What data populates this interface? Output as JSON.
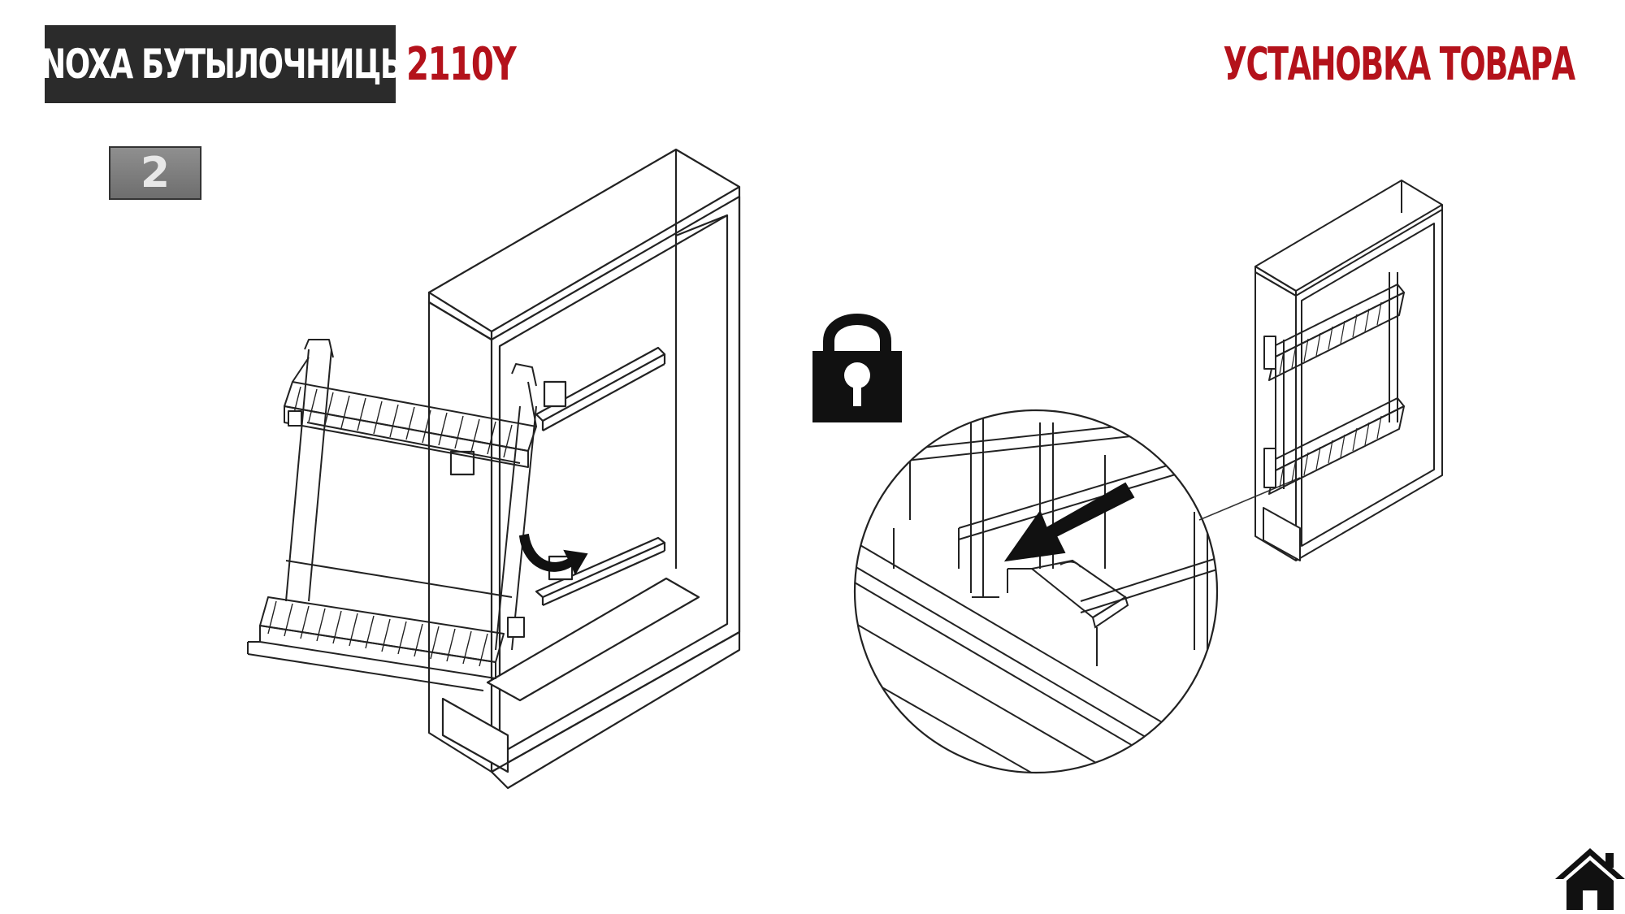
{
  "header": {
    "brand": "INOXA БУТЫЛОЧНИЦЫ",
    "model": "2110Y",
    "section_title": "УСТАНОВКА ТОВАРА"
  },
  "step": {
    "number": "2"
  },
  "icons": {
    "lock": "lock-icon",
    "home": "home-icon",
    "arrow": "curved-arrow-icon"
  },
  "colors": {
    "brand_bg": "#2b2b2b",
    "accent": "#b4121b",
    "badge": "#7a7a7a"
  }
}
